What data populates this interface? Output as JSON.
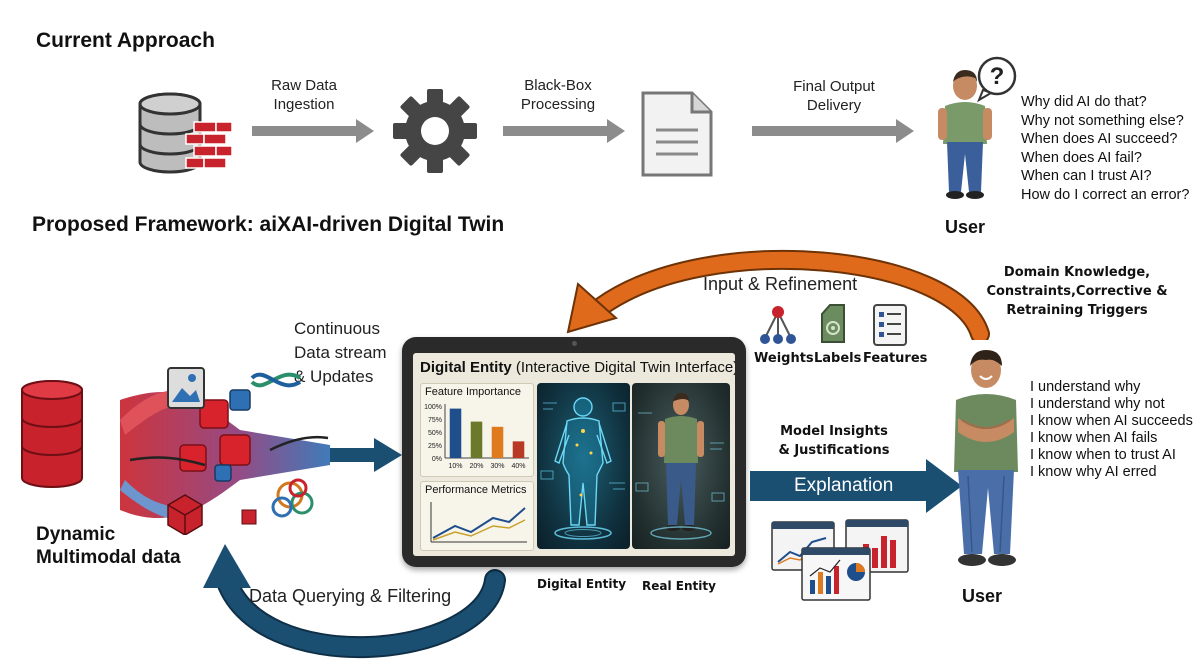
{
  "current": {
    "title": "Current Approach",
    "steps": [
      {
        "label_1": "Raw Data",
        "label_2": "Ingestion"
      },
      {
        "label_1": "Black-Box",
        "label_2": "Processing"
      },
      {
        "label_1": "Final Output",
        "label_2": "Delivery"
      }
    ],
    "questions": [
      "Why did AI do that?",
      "Why not something else?",
      "When does AI succeed?",
      "When does AI fail?",
      "When can I trust AI?",
      "How do I correct an error?"
    ],
    "user_label": "User"
  },
  "proposed": {
    "title": "Proposed Framework: aiXAI-driven Digital Twin",
    "input_refinement": "Input & Refinement",
    "feedback": {
      "line_1": "Domain Knowledge,",
      "line_2": "Constraints,Corrective &",
      "line_3": "Retraining Triggers"
    },
    "params": [
      "Weights",
      "Labels",
      "Features"
    ],
    "stream": {
      "line_1": "Continuous",
      "line_2": "Data stream",
      "line_3": "& Updates"
    },
    "data_label": {
      "line_1": "Dynamic",
      "line_2": "Multimodal data"
    },
    "querying": "Data Querying & Filtering",
    "tablet": {
      "title_bold": "Digital Entity",
      "title_rest": "(Interactive Digital Twin Interface)",
      "feature_title": "Feature Importance",
      "y_ticks": [
        "100%",
        "75%",
        "50%",
        "25%",
        "0%"
      ],
      "x_ticks": [
        "10%",
        "20%",
        "30%",
        "40%"
      ],
      "perf_title": "Performance Metrics"
    },
    "digital_entity": "Digital Entity",
    "real_entity": "Real Entity",
    "insights": {
      "line_1": "Model Insights",
      "line_2": "& Justifications"
    },
    "explanation": "Explanation",
    "answers": [
      "I understand why",
      "I understand why not",
      "I know when AI succeeds",
      "I know when AI fails",
      "I know when to trust AI",
      "I know why AI erred"
    ],
    "user_label": "User"
  },
  "chart_data": {
    "type": "bar",
    "title": "Feature Importance",
    "categories": [
      "10%",
      "20%",
      "30%",
      "40%"
    ],
    "values": [
      95,
      70,
      60,
      32
    ],
    "ylim": [
      0,
      100
    ],
    "colors": [
      "#1f4e8c",
      "#6b7a2a",
      "#e07a1f",
      "#b83a24"
    ]
  },
  "colors": {
    "grey_arrow": "#8c8c8c",
    "blue_arrow": "#1b4f72",
    "orange_arrow": "#e06a1b",
    "red_db": "#c8232c"
  }
}
